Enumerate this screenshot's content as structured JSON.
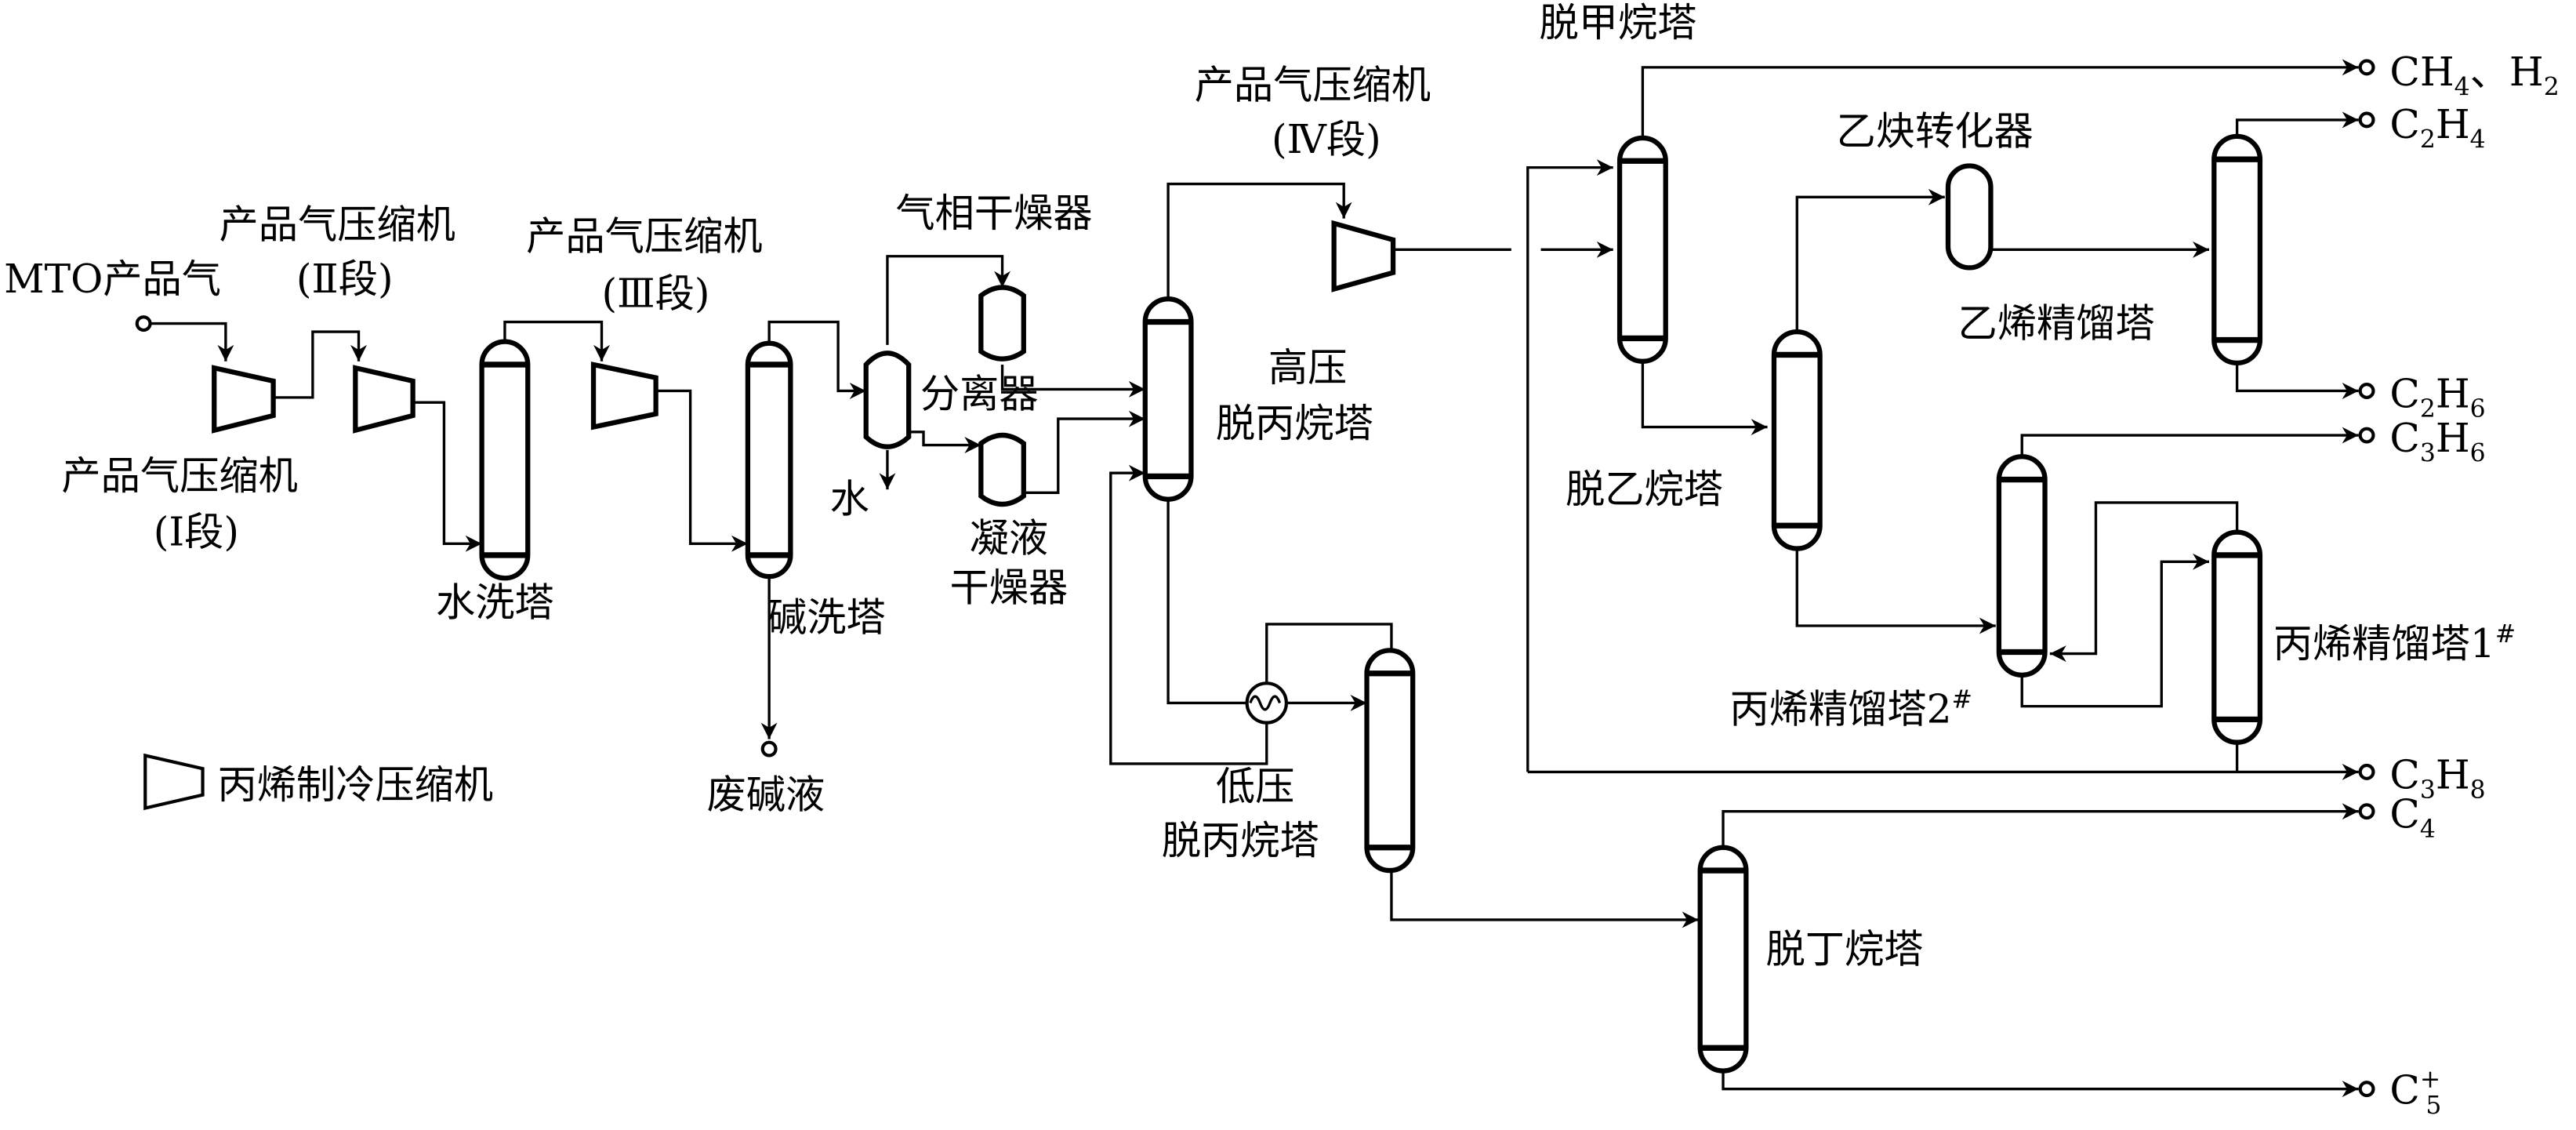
{
  "title": "MTO product gas separation flowsheet",
  "labels": {
    "mto_feed": "MTO产品气",
    "comp1_a": "产品气压缩机",
    "comp1_b": "(Ⅰ段)",
    "comp2_a": "产品气压缩机",
    "comp2_b": "(Ⅱ段)",
    "comp3_a": "产品气压缩机",
    "comp3_b": "(Ⅲ段)",
    "comp4_a": "产品气压缩机",
    "comp4_b": "(Ⅳ段)",
    "water_wash": "水洗塔",
    "caustic_wash": "碱洗塔",
    "spent_caustic": "废碱液",
    "gas_dryer": "气相干燥器",
    "separator": "分离器",
    "water": "水",
    "cond_dryer_a": "凝液",
    "cond_dryer_b": "干燥器",
    "hp_depropanizer_a": "高压",
    "hp_depropanizer_b": "脱丙烷塔",
    "lp_depropanizer_a": "低压",
    "lp_depropanizer_b": "脱丙烷塔",
    "demethanizer": "脱甲烷塔",
    "deethanizer": "脱乙烷塔",
    "acetylene_converter": "乙炔转化器",
    "ethylene_fractionator": "乙烯精馏塔",
    "propylene_fract_1": "丙烯精馏塔1",
    "propylene_fract_1_sup": "#",
    "propylene_fract_2": "丙烯精馏塔2",
    "propylene_fract_2_sup": "#",
    "debutanizer": "脱丁烷塔",
    "legend": "丙烯制冷压缩机"
  },
  "products": {
    "ch4_h2": {
      "c": "CH",
      "s1": "4",
      "mid": "、H",
      "s2": "2"
    },
    "c2h4": {
      "c": "C",
      "s1": "2",
      "mid": "H",
      "s2": "4"
    },
    "c2h6": {
      "c": "C",
      "s1": "2",
      "mid": "H",
      "s2": "6"
    },
    "c3h6": {
      "c": "C",
      "s1": "3",
      "mid": "H",
      "s2": "6"
    },
    "c3h8": {
      "c": "C",
      "s1": "3",
      "mid": "H",
      "s2": "8"
    },
    "c4": {
      "c": "C",
      "s1": "4"
    },
    "c5plus": {
      "c": "C",
      "s1": "5",
      "sup": "+"
    }
  }
}
